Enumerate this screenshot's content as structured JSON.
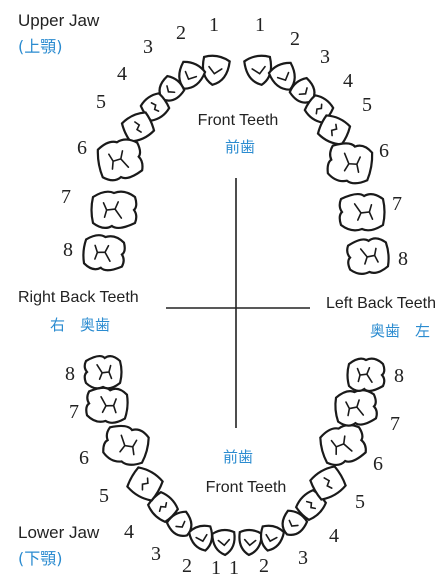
{
  "upper_jaw": {
    "label": "Upper Jaw",
    "label_cjk": "(上顎)"
  },
  "lower_jaw": {
    "label": "Lower Jaw",
    "label_cjk": "(下顎)"
  },
  "regions": {
    "front_upper": {
      "en": "Front Teeth",
      "cjk": "前歯"
    },
    "front_lower": {
      "en": "Front Teeth",
      "cjk": "前歯"
    },
    "right_back": {
      "en": "Right Back Teeth",
      "cjk": "右　奥歯"
    },
    "left_back": {
      "en": "Left Back Teeth",
      "cjk": "奥歯　左"
    }
  },
  "tooth_numbers": {
    "upper_right": [
      "1",
      "2",
      "3",
      "4",
      "5",
      "6",
      "7",
      "8"
    ],
    "upper_left": [
      "1",
      "2",
      "3",
      "4",
      "5",
      "6",
      "7",
      "8"
    ],
    "lower_right": [
      "1",
      "2",
      "3",
      "4",
      "5",
      "6",
      "7",
      "8"
    ],
    "lower_left": [
      "1",
      "2",
      "3",
      "4",
      "5",
      "6",
      "7",
      "8"
    ]
  },
  "colors": {
    "cjk_text": "#2a8bd0",
    "outline": "#1a1a1a"
  }
}
